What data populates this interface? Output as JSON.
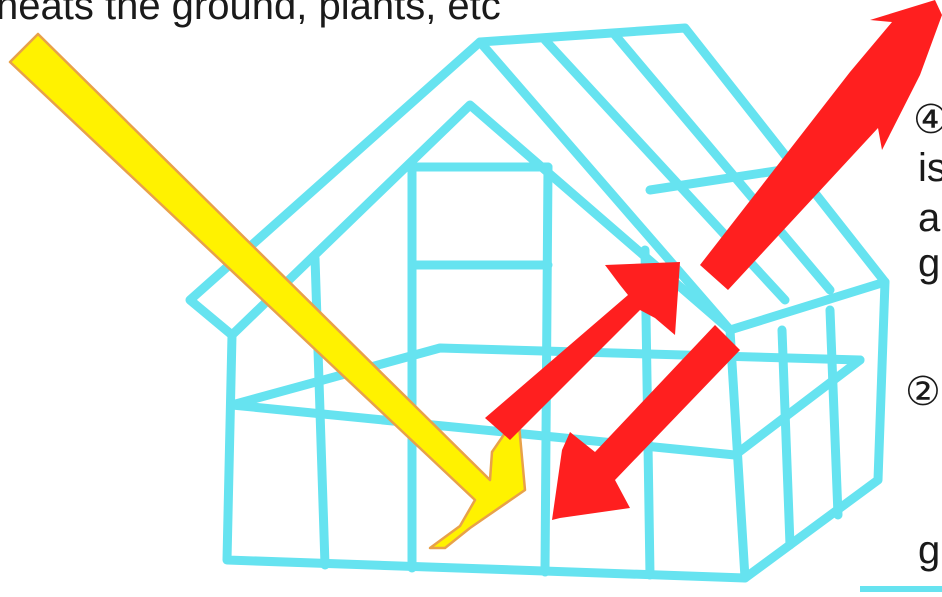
{
  "caption_top": "heats the ground, plants, etc",
  "right_fragments": [
    {
      "name": "step-four-marker",
      "text": "④"
    },
    {
      "name": "frag-is",
      "text": "is"
    },
    {
      "name": "frag-a",
      "text": "a"
    },
    {
      "name": "frag-g",
      "text": "g"
    },
    {
      "name": "step-two-marker",
      "text": "②"
    },
    {
      "name": "frag-g-bottom",
      "text": "g"
    }
  ],
  "colors": {
    "greenhouse_frame": "#66e3f0",
    "sunlight_arrow": "#fff200",
    "sunlight_outline": "#e8a14a",
    "heat_arrow": "#ff1f1f",
    "background": "#ffffff",
    "text": "#1a1a1a"
  },
  "icons": [
    "greenhouse-icon",
    "sunlight-arrow-icon",
    "infrared-arrow-icon"
  ]
}
